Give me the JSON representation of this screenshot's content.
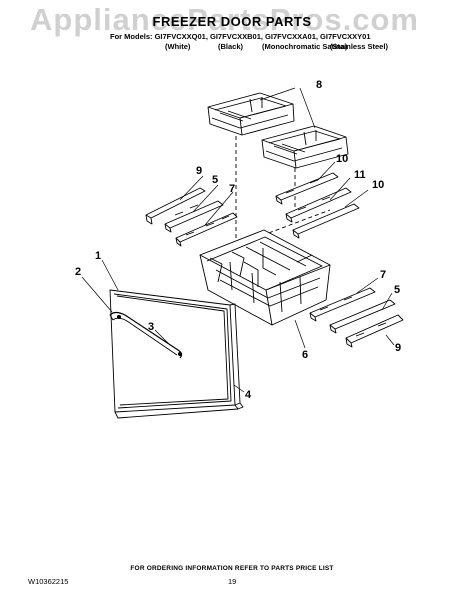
{
  "watermark": "AppliancePartsPros.com",
  "header": {
    "title": "FREEZER DOOR PARTS",
    "models_line": "For Models: GI7FVCXXQ01, GI7FVCXXB01, GI7FVCXXA01, GI7FVCXXY01",
    "variants": [
      "(White)",
      "(Black)",
      "(Monochromatic Satina)",
      "(Stainless Steel)"
    ]
  },
  "callouts": {
    "c1": "1",
    "c2": "2",
    "c3": "3",
    "c4": "4",
    "c5a": "5",
    "c5b": "5",
    "c6": "6",
    "c7a": "7",
    "c7b": "7",
    "c8": "8",
    "c9a": "9",
    "c9b": "9",
    "c10a": "10",
    "c10b": "10",
    "c11": "11"
  },
  "footer": {
    "ordering_info": "FOR ORDERING INFORMATION REFER TO PARTS PRICE LIST",
    "doc_number": "W10362215",
    "page_number": "19"
  }
}
